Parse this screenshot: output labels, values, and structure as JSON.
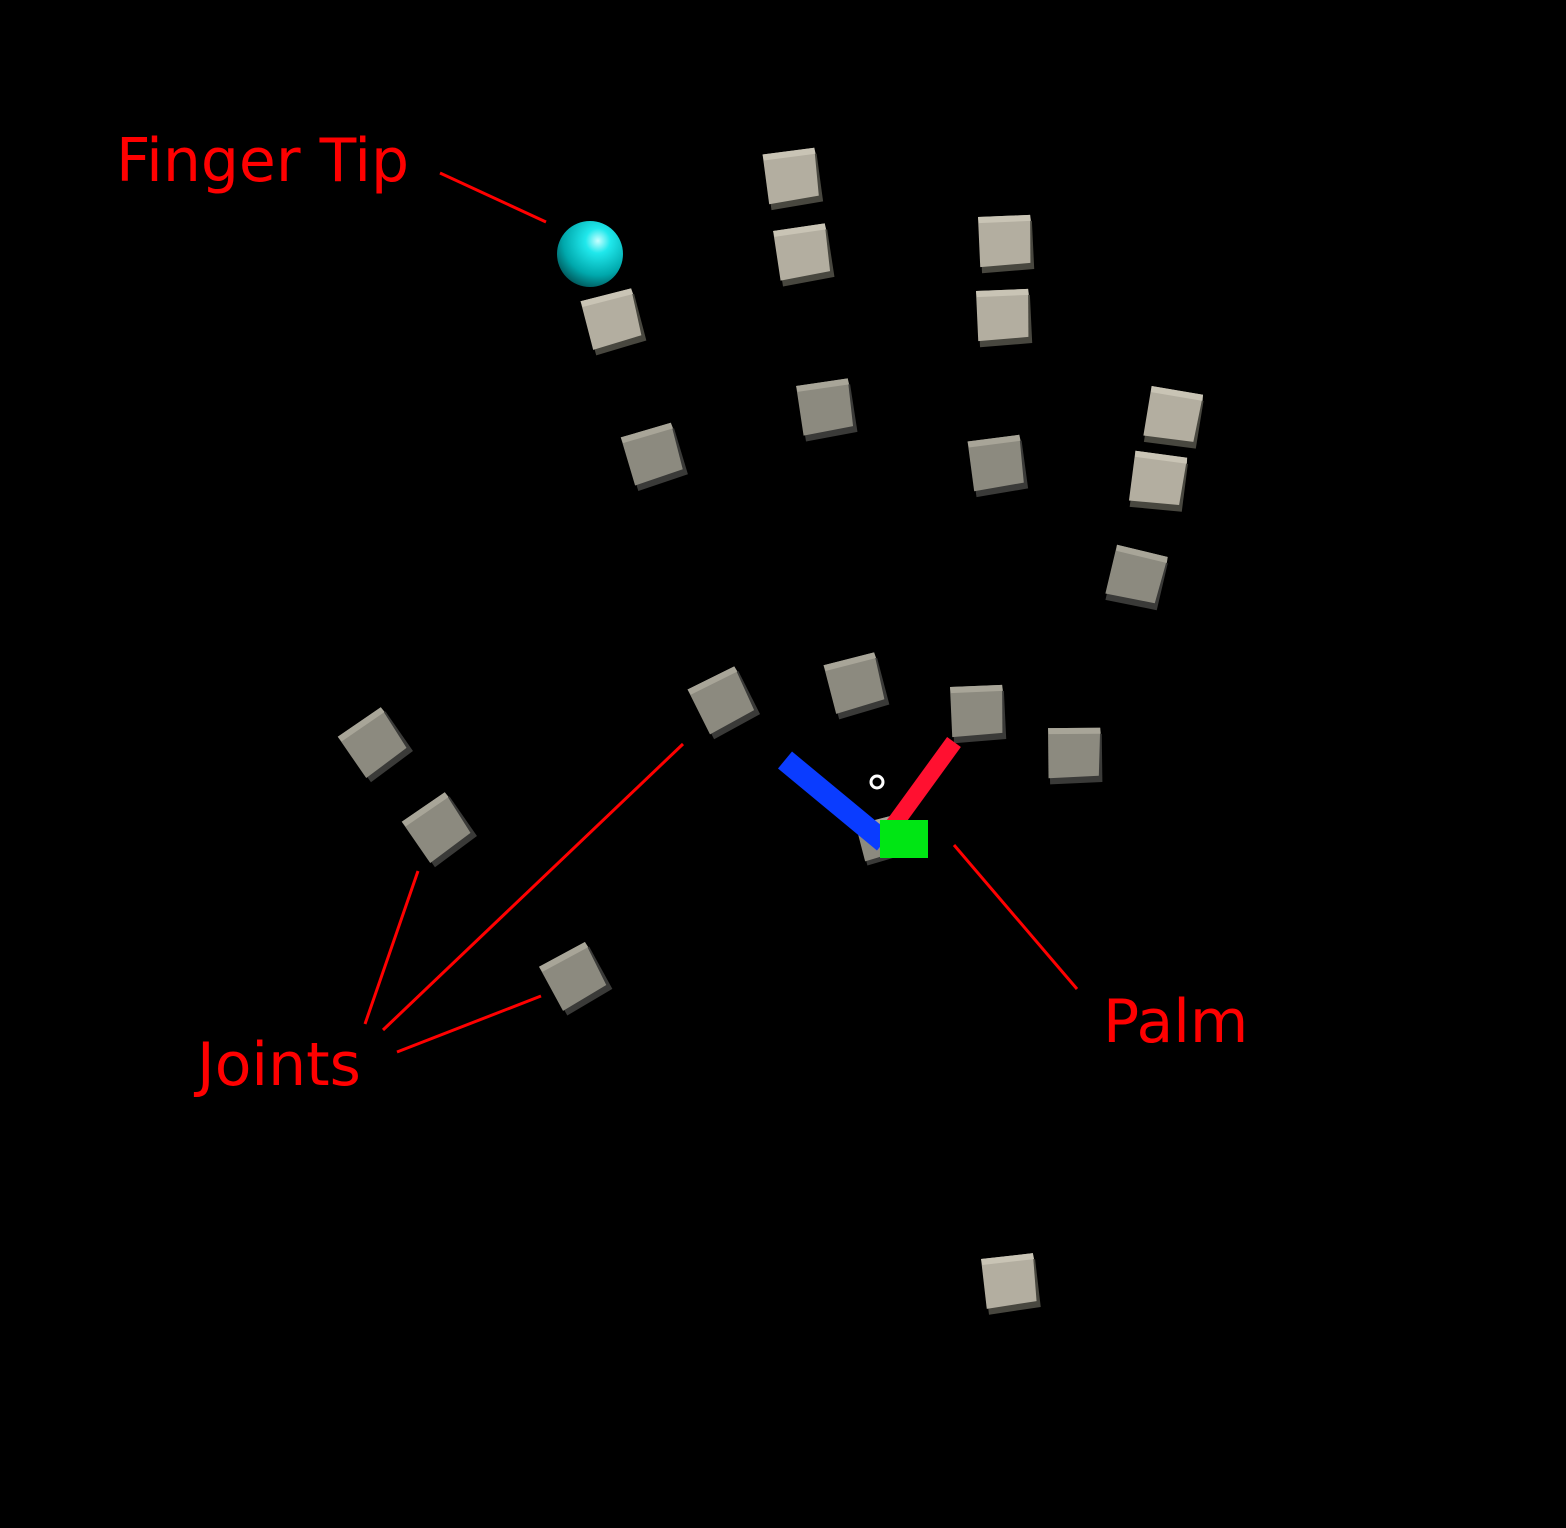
{
  "labels": {
    "finger_tip": "Finger Tip",
    "joints": "Joints",
    "palm": "Palm"
  },
  "colors": {
    "background": "#000000",
    "annotation": "#ff0000",
    "fingertip_sphere": "#00d8dc",
    "axis_x": "#ff1030",
    "axis_y": "#00e614",
    "axis_z": "#0a3cff",
    "joint_cube": "#8a877c"
  }
}
